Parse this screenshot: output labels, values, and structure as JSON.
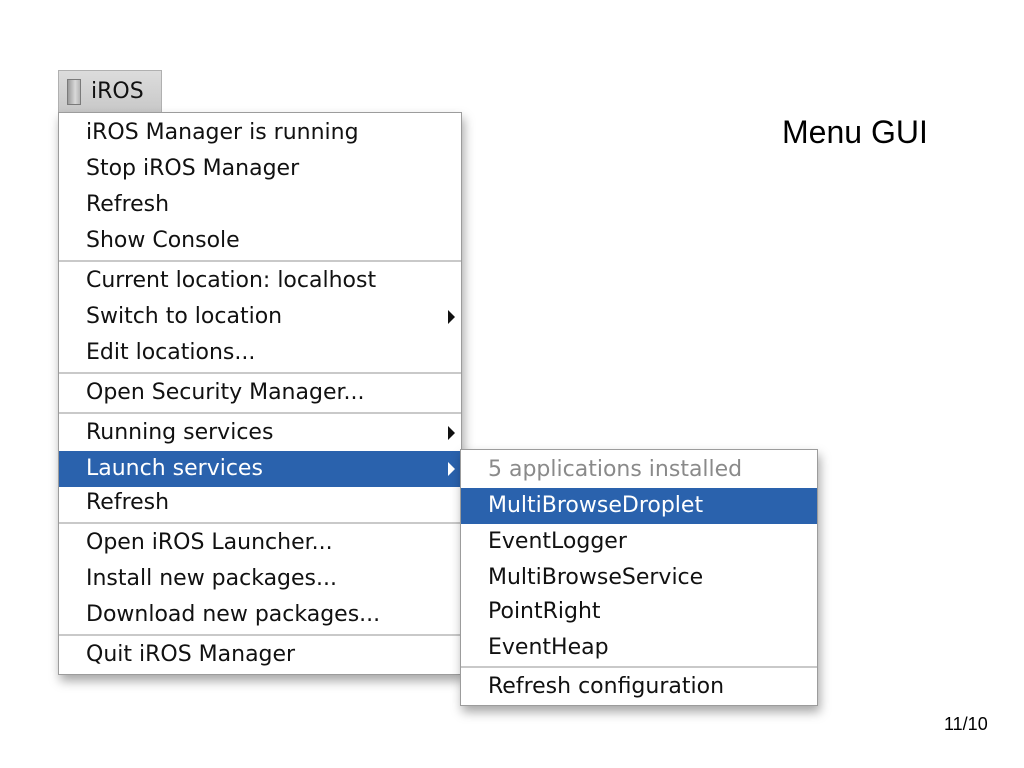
{
  "menubar": {
    "label": "iROS",
    "icon": "iros-app-icon"
  },
  "main_menu": {
    "items": [
      {
        "label": "iROS Manager is running"
      },
      {
        "label": "Stop iROS Manager"
      },
      {
        "label": "Refresh"
      },
      {
        "label": "Show Console"
      },
      {
        "label": "Current location: localhost"
      },
      {
        "label": "Switch to location",
        "submenu": true
      },
      {
        "label": "Edit locations..."
      },
      {
        "label": "Open Security Manager..."
      },
      {
        "label": "Running services",
        "submenu": true
      },
      {
        "label": "Launch services",
        "submenu": true,
        "highlighted": true
      },
      {
        "label": "Refresh"
      },
      {
        "label": "Open iROS Launcher..."
      },
      {
        "label": "Install new packages..."
      },
      {
        "label": "Download new packages..."
      },
      {
        "label": "Quit iROS Manager"
      }
    ]
  },
  "sub_menu": {
    "header": "5 applications installed",
    "items": [
      {
        "label": "MultiBrowseDroplet",
        "highlighted": true
      },
      {
        "label": "EventLogger"
      },
      {
        "label": "MultiBrowseService"
      },
      {
        "label": "PointRight"
      },
      {
        "label": "EventHeap"
      },
      {
        "label": "Refresh configuration"
      }
    ]
  },
  "slide": {
    "title": "Menu GUI",
    "page_number": "11/10"
  },
  "colors": {
    "highlight": "#2a62ad",
    "highlight_text": "#ffffff",
    "disabled_text": "#8a8a8a"
  }
}
